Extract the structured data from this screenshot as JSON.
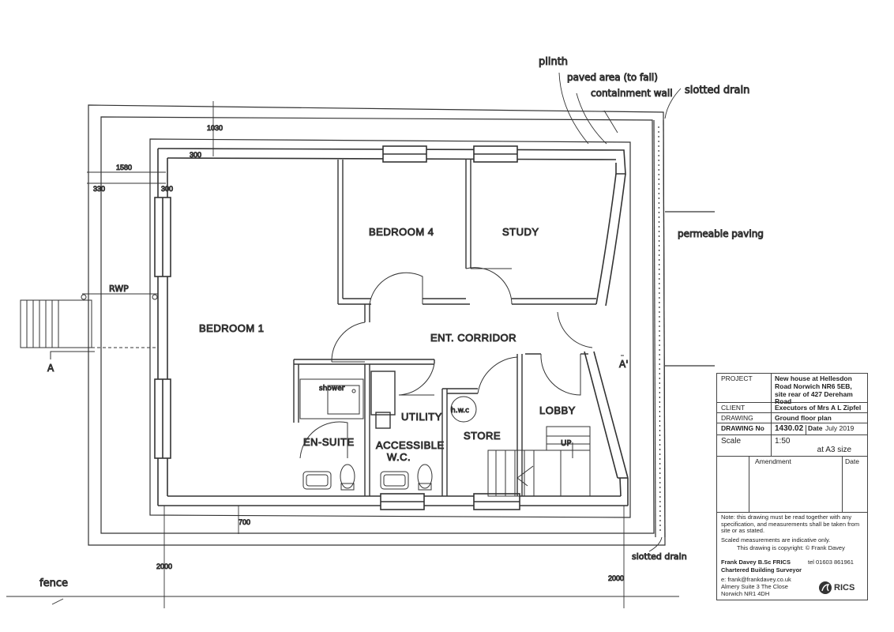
{
  "labels": {
    "plinth": "plinth",
    "paved_area": "paved area (to fall)",
    "containment_wall": "containment wall",
    "slotted_drain_top": "slotted drain",
    "permeable_paving": "permeable paving",
    "rwp": "RWP",
    "section_a": "A",
    "section_a_prime": "A'",
    "fence": "fence",
    "slotted_drain_bottom": "slotted drain",
    "shower": "shower",
    "hwc": "h.w.c",
    "up": "UP"
  },
  "rooms": {
    "bedroom1": "BEDROOM 1",
    "bedroom4": "BEDROOM 4",
    "study": "STUDY",
    "corridor": "ENT. CORRIDOR",
    "utility": "UTILITY",
    "ensuite": "EN-SUITE",
    "accessible_1": "ACCESSIBLE",
    "accessible_2": "W.C.",
    "store": "STORE",
    "lobby": "LOBBY"
  },
  "dimensions": {
    "d1030": "1030",
    "d1580": "1580",
    "d300a": "300",
    "d330": "330",
    "d300b": "300",
    "d700": "700",
    "d2000a": "2000",
    "d2000b": "2000"
  },
  "title_block": {
    "project_label": "PROJECT",
    "project_value": "New house at Hellesdon Road Norwich NR6 5EB, site rear of 427 Dereham Road",
    "client_label": "CLIENT",
    "client_value": "Executors of Mrs A L Zipfel",
    "drawing_label": "DRAWING",
    "drawing_value": "Ground floor plan",
    "drawing_no_label": "DRAWING No",
    "drawing_no_value": "1430.02",
    "date_label": "Date",
    "date_value": "July 2019",
    "scale_label": "Scale",
    "scale_value": "1:50",
    "scale_size": "at A3 size",
    "amendment_label": "Amendment",
    "amend_date_label": "Date",
    "note": "Note: this drawing must be read together with any specification, and measurements shall be taken from site or as stated.",
    "note2": "Scaled measurements are indicative only.",
    "copyright": "This drawing is copyright: © Frank Davey",
    "author": "Frank Davey B.Sc FRICS",
    "tel": "tel 01603 861961",
    "role": "Chartered Building Surveyor",
    "email": "e: frank@frankdavey.co.uk",
    "address1": "Almery Suite 3 The Close",
    "address2": "Norwich NR1 4DH",
    "logo_text": "RICS"
  }
}
